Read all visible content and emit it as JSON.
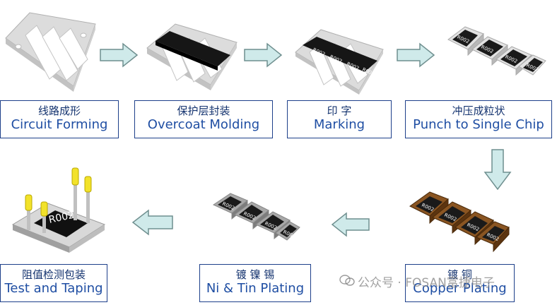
{
  "steps": [
    {
      "cn": "线路成形",
      "en": "Circuit Forming"
    },
    {
      "cn": "保护层封装",
      "en": "Overcoat Molding"
    },
    {
      "cn": "印 字",
      "en": "Marking"
    },
    {
      "cn": "冲压成粒状",
      "en": "Punch to Single Chip"
    },
    {
      "cn": "镀 铜",
      "en": "Copper Plating"
    },
    {
      "cn": "镀 镍 锡",
      "en": "Ni & Tin Plating"
    },
    {
      "cn": "阻值检测包装",
      "en": "Test and Taping"
    }
  ],
  "chip_marking": "R002",
  "watermark": "公众号 · FOSAN富捷电子",
  "colors": {
    "label_border": "#1d3f8a",
    "label_text": "#1f4ea3",
    "arrow_fill": "#cfeaea",
    "arrow_stroke": "#6f8f8f",
    "overcoat": "#161616",
    "copper": "#7a4a1a",
    "ceramic": "#d8d8d8"
  }
}
